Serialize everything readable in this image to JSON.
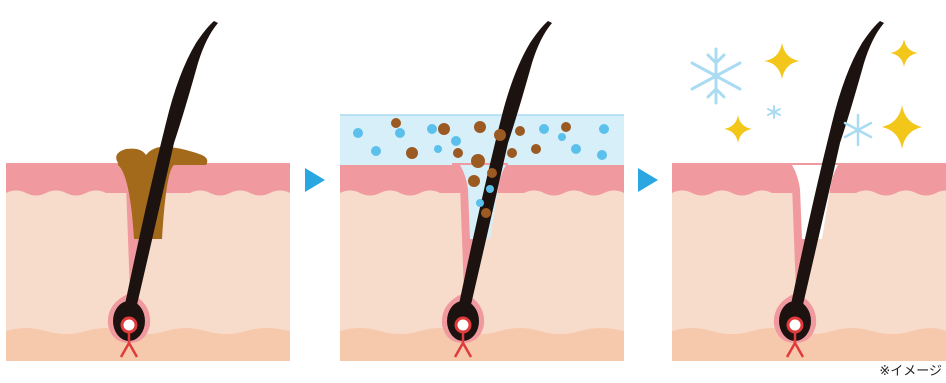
{
  "caption": "※イメージ",
  "panels": [
    {
      "stage": "clogged-pore"
    },
    {
      "stage": "cleansing"
    },
    {
      "stage": "clean-pore"
    }
  ],
  "colors": {
    "background": "#ffffff",
    "skin_surface": "#f09aa0",
    "dermis": "#f8dccb",
    "subcutaneous": "#f6c9ad",
    "follicle_wall": "#f09aa0",
    "hair": "#1c1210",
    "sebum": "#a36a1b",
    "dirt": "#9a5a22",
    "water": "#d7eff9",
    "bubbles": "#5bc0eb",
    "arrow": "#2aa7e0",
    "sparkle": "#f3c61a",
    "snowflake": "#a9dcf2",
    "capillary": "#e03b3b"
  },
  "icons": [
    "triangle-arrow-icon",
    "sparkle-icon",
    "snowflake-icon"
  ]
}
